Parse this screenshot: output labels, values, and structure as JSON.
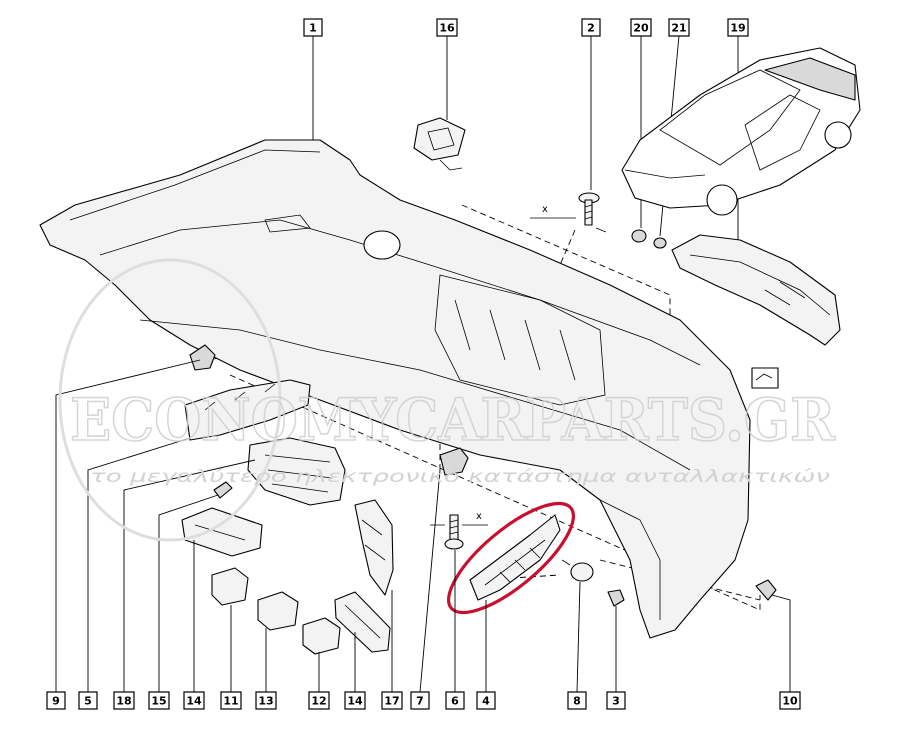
{
  "diagram": {
    "callouts_top": [
      "1",
      "16",
      "2",
      "20",
      "21",
      "19"
    ],
    "callouts_bottom": [
      "9",
      "5",
      "18",
      "15",
      "14",
      "11",
      "13",
      "12",
      "14",
      "17",
      "7",
      "6",
      "4",
      "8",
      "3",
      "10"
    ],
    "axis_marks": [
      "x",
      "x"
    ],
    "highlight_color": "#c8102e",
    "highlighted_part": "4"
  },
  "watermark": {
    "brand": "ECONOMYCARPARTS.GR",
    "slogan": "το μεγαλύτερο ηλεκτρονικό κατάστημα ανταλλακτικών"
  }
}
